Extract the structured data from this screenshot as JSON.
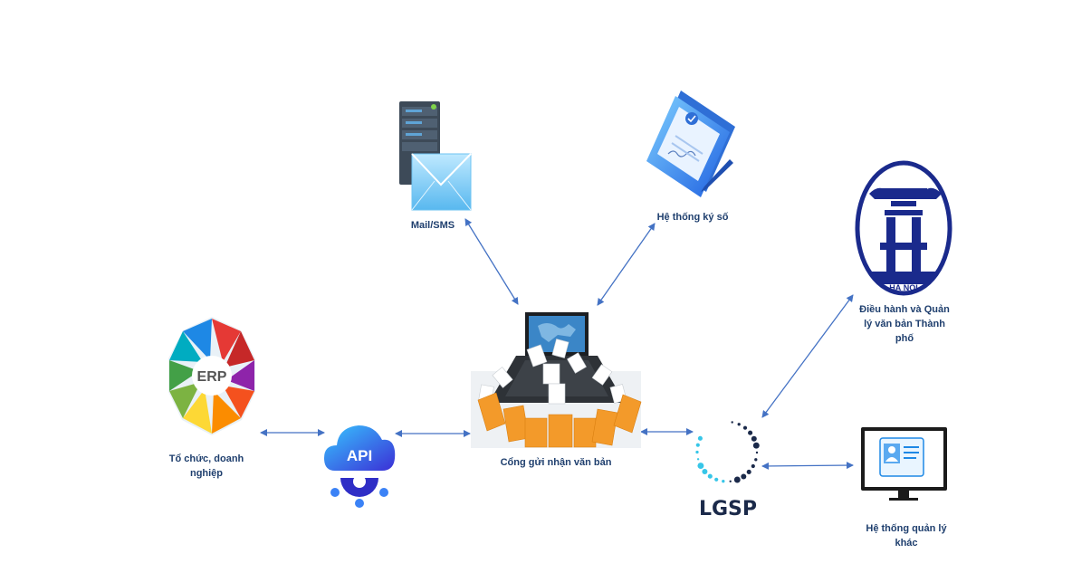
{
  "diagram": {
    "nodes": {
      "mail": {
        "label": "Mail/SMS",
        "icon": "mail-server-icon"
      },
      "sign": {
        "label": "Hệ thống ký số",
        "icon": "digital-signature-icon"
      },
      "hanoi": {
        "label": "Điều hành và Quản lý văn bản Thành phố",
        "icon": "hanoi-emblem-icon",
        "emblem_text": "HÀ NỘI"
      },
      "erp": {
        "label": "Tổ chức, doanh nghiệp",
        "icon": "erp-wheel-icon",
        "logo_text": "ERP"
      },
      "api": {
        "label": "",
        "icon": "api-cloud-icon",
        "logo_text": "API"
      },
      "gateway": {
        "label": "Cổng gửi nhận văn bản",
        "icon": "document-gateway-icon"
      },
      "lgsp": {
        "label": "",
        "icon": "lgsp-logo-icon",
        "logo_text": "LGSP"
      },
      "other": {
        "label": "Hệ thống quản lý khác",
        "icon": "monitor-profile-icon"
      }
    },
    "connections": [
      {
        "from": "erp",
        "to": "api",
        "direction": "both"
      },
      {
        "from": "api",
        "to": "gateway",
        "direction": "both"
      },
      {
        "from": "gateway",
        "to": "lgsp",
        "direction": "both"
      },
      {
        "from": "mail",
        "to": "gateway",
        "direction": "both"
      },
      {
        "from": "sign",
        "to": "gateway",
        "direction": "both"
      },
      {
        "from": "hanoi",
        "to": "lgsp",
        "direction": "both"
      },
      {
        "from": "lgsp",
        "to": "other",
        "direction": "both"
      }
    ]
  },
  "colors": {
    "arrow": "#4472c4",
    "label_text": "#1f3f6e",
    "hanoi_navy": "#1a2a8c"
  }
}
